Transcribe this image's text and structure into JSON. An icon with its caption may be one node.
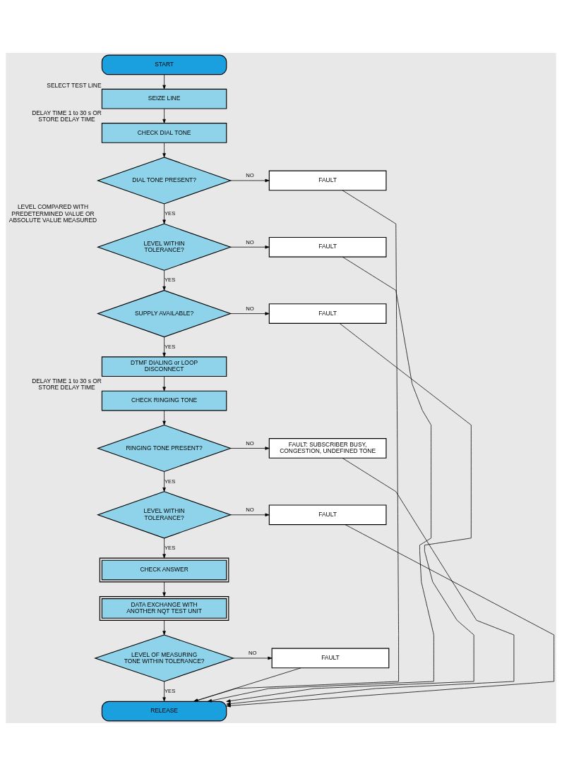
{
  "diagram": {
    "nodes": [
      {
        "text": [
          "START"
        ]
      },
      {
        "text": [
          "SEIZE LINE"
        ],
        "beside": [
          "SELECT TEST LINE"
        ]
      },
      {
        "text": [
          "CHECK DIAL TONE"
        ],
        "beside": [
          "DELAY TIME 1 to 30 s OR STORE DELAY TIME"
        ]
      },
      {
        "text": [
          "DIAL TONE PRESENT?"
        ]
      },
      {
        "text": [
          "FAULT"
        ]
      },
      {
        "text": [
          "LEVEL WITHIN TOLERANCE?"
        ],
        "beside": [
          "LEVEL COMPARED WITH PREDETERMINED VALUE OR ABSOLUTE VALUE MEASURED"
        ]
      },
      {
        "text": [
          "FAULT"
        ]
      },
      {
        "text": [
          "SUPPLY AVAILABLE?"
        ]
      },
      {
        "text": [
          "FAULT"
        ]
      },
      {
        "text": [
          "DTMF DIALING or LOOP DISCONNECT"
        ]
      },
      {
        "text": [
          "CHECK RINGING TONE"
        ],
        "beside": [
          "DELAY TIME 1 to 30 s OR STORE DELAY TIME"
        ]
      },
      {
        "text": [
          "RINGING TONE PRESENT?"
        ]
      },
      {
        "text": [
          "FAULT: SUBSCRIBER BUSY, CONGESTION, UNDEFINED TONE"
        ]
      },
      {
        "text": [
          "LEVEL WITHIN TOLERANCE?"
        ]
      },
      {
        "text": [
          "FAULT"
        ]
      },
      {
        "text": [
          "CHECK ANSWER"
        ]
      },
      {
        "text": [
          "DATA EXCHANGE WITH ANOTHER NQT TEST UNIT"
        ]
      },
      {
        "text": [
          "LEVEL OF MEASURING TONE WITHIN TOLERANCE?"
        ]
      },
      {
        "text": [
          "FAULT"
        ]
      },
      {
        "text": [
          "RELEASE"
        ]
      }
    ],
    "edges": [
      {
        "from": 0,
        "to": 1,
        "arrow": "to"
      },
      {
        "from": 1,
        "to": 2,
        "arrow": "to"
      },
      {
        "from": 2,
        "to": 3,
        "arrow": "to"
      },
      {
        "from": 3,
        "to": 4,
        "arrow": "to",
        "label": "NO"
      },
      {
        "from": 3,
        "to": 5,
        "arrow": "to",
        "label": "YES"
      },
      {
        "from": 4,
        "to": 19,
        "arrow": "to"
      },
      {
        "from": 5,
        "to": 6,
        "arrow": "to",
        "label": "NO"
      },
      {
        "from": 5,
        "to": 7,
        "arrow": "to",
        "label": "YES"
      },
      {
        "from": 6,
        "to": 19,
        "arrow": "to"
      },
      {
        "from": 7,
        "to": 8,
        "arrow": "to",
        "label": "NO"
      },
      {
        "from": 7,
        "to": 9,
        "arrow": "to",
        "label": "YES"
      },
      {
        "from": 8,
        "to": 19,
        "arrow": "to"
      },
      {
        "from": 9,
        "to": 10,
        "arrow": "to"
      },
      {
        "from": 10,
        "to": 11,
        "arrow": "to"
      },
      {
        "from": 11,
        "to": 12,
        "arrow": "to",
        "label": "NO"
      },
      {
        "from": 11,
        "to": 13,
        "arrow": "to",
        "label": "YES"
      },
      {
        "from": 12,
        "to": 19,
        "arrow": "to"
      },
      {
        "from": 13,
        "to": 14,
        "arrow": "to",
        "label": "NO"
      },
      {
        "from": 13,
        "to": 15,
        "arrow": "to",
        "label": "YES"
      },
      {
        "from": 14,
        "to": 19,
        "arrow": "to"
      },
      {
        "from": 15,
        "to": 16,
        "arrow": "to"
      },
      {
        "from": 16,
        "to": 17,
        "arrow": "to"
      },
      {
        "from": 17,
        "to": 18,
        "arrow": "to",
        "label": "NO"
      },
      {
        "from": 17,
        "to": 19,
        "arrow": "to",
        "label": "YES"
      },
      {
        "from": 18,
        "to": 19,
        "arrow": "to"
      }
    ]
  }
}
